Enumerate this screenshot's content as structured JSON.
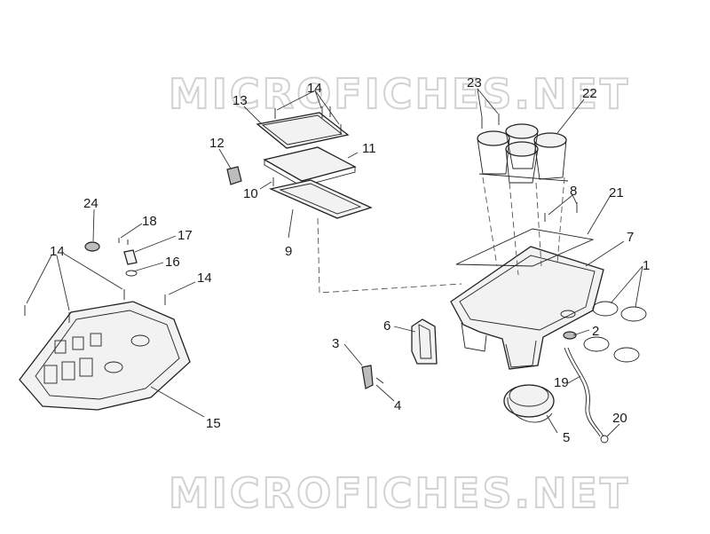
{
  "watermark": {
    "top": "MICROFICHES.NET",
    "bottom": "MICROFICHES.NET"
  },
  "callouts": {
    "c1": "1",
    "c2": "2",
    "c3": "3",
    "c4": "4",
    "c5": "5",
    "c6": "6",
    "c7": "7",
    "c8": "8",
    "c9": "9",
    "c10": "10",
    "c11": "11",
    "c12": "12",
    "c13": "13",
    "c14_top": "14",
    "c14_left": "14",
    "c14_right": "14",
    "c15": "15",
    "c16": "16",
    "c17": "17",
    "c18": "18",
    "c19": "19",
    "c20": "20",
    "c21": "21",
    "c22": "22",
    "c23": "23",
    "c24": "24"
  },
  "colors": {
    "background": "#ffffff",
    "line": "#222222",
    "watermark": "#d2d2d2"
  }
}
